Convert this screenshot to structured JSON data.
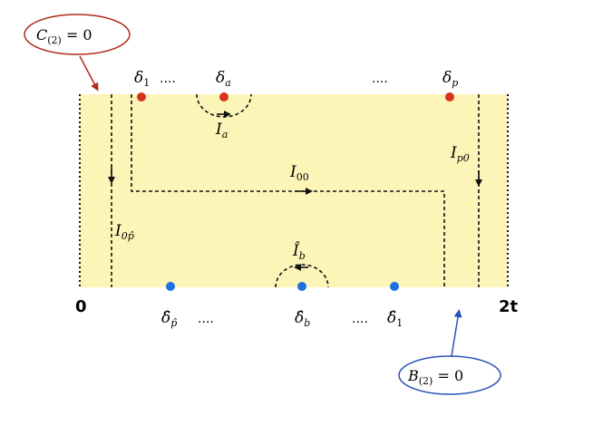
{
  "colors": {
    "strip_fill": "#fdf5b8",
    "top_point": "#d9321b",
    "bottom_point": "#1f6fe0",
    "c_callout": "#b02a1a",
    "b_callout": "#2a52b8",
    "path_line": "#111111"
  },
  "labels": {
    "c_condition": {
      "base": "C",
      "sub": "(2)",
      "rest": " = 0"
    },
    "b_condition": {
      "base": "B",
      "sub": "(2)",
      "rest": " = 0"
    },
    "axis_left": "0",
    "axis_right": "2t",
    "top_points": {
      "delta_1": {
        "base": "δ",
        "sub": "1"
      },
      "delta_a": {
        "base": "δ",
        "sub": "a"
      },
      "delta_p": {
        "base": "δ",
        "sub": "p"
      }
    },
    "top_ellipsis": "....",
    "bottom_points": {
      "delta_hat_phat": {
        "base": "δ̂",
        "sub": "p̂"
      },
      "delta_hat_b": {
        "base": "δ̂",
        "sub": "b"
      },
      "delta_hat_1": {
        "base": "δ̂",
        "sub": "1"
      }
    },
    "bottom_ellipsis": "....",
    "contours": {
      "I_a": {
        "base": "I",
        "sub": "a"
      },
      "I_00": {
        "base": "I",
        "sub": "00"
      },
      "I_p0": {
        "base": "I",
        "sub": "p0"
      },
      "I_0phat": {
        "base": "I",
        "sub": "0p̂"
      },
      "I_hat_b": {
        "base": "Î",
        "sub": "b"
      }
    }
  }
}
